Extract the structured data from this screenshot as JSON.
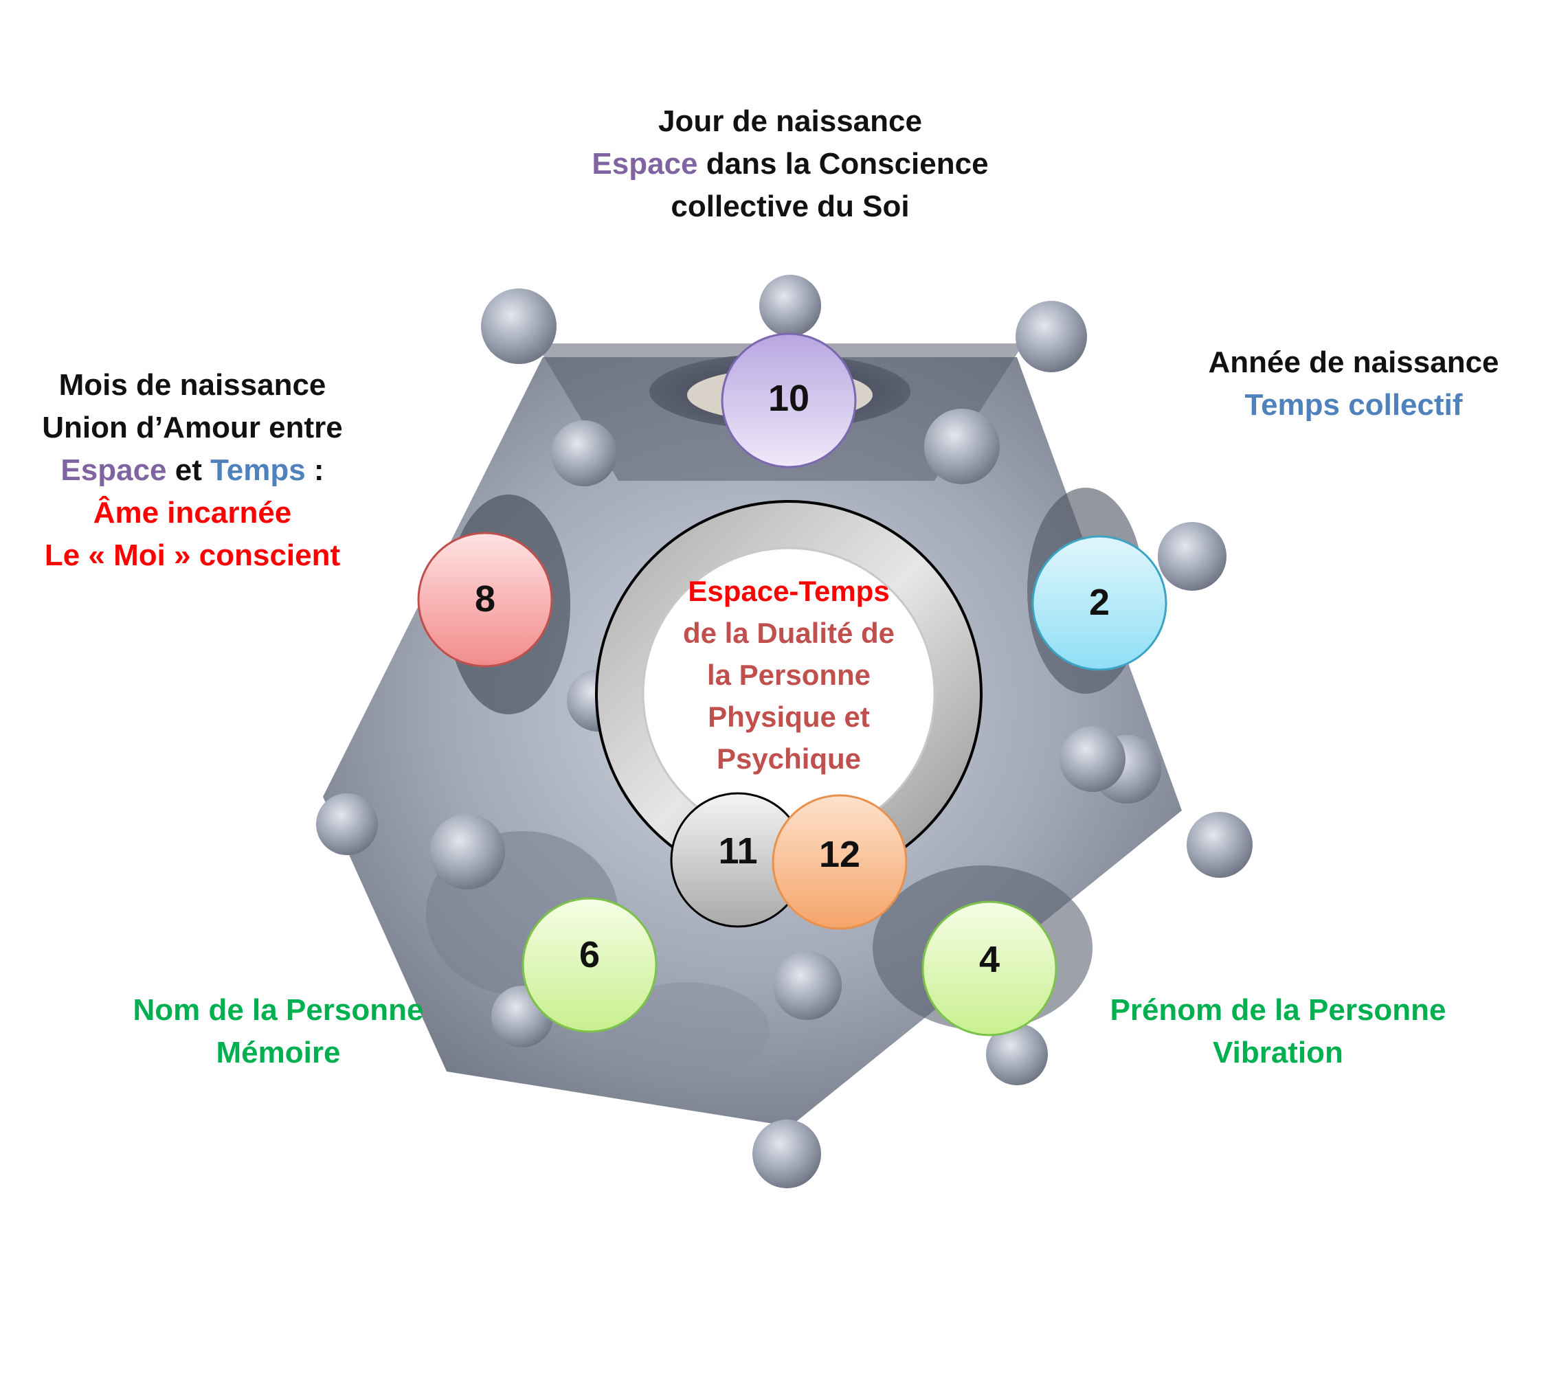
{
  "colors": {
    "black": "#111111",
    "purple": "#8064a2",
    "blue": "#4f81bd",
    "red": "#ff0000",
    "green": "#00b050",
    "maroon": "#c0504d"
  },
  "top_label": {
    "line1": "Jour de naissance",
    "line2_a": "Espace",
    "line2_b": " dans la Conscience",
    "line3": "collective du Soi"
  },
  "right_label": {
    "line1": "Année de naissance",
    "line2": "Temps collectif"
  },
  "left_label": {
    "line1": "Mois de naissance",
    "line2": "Union d’Amour entre",
    "line3_a": "Espace",
    "line3_b": " et ",
    "line3_c": "Temps",
    "line3_d": " :",
    "line4": "Âme incarnée",
    "line5": "Le « Moi » conscient"
  },
  "bottom_left_label": {
    "line1": "Nom de la Personne",
    "line2": "Mémoire"
  },
  "bottom_right_label": {
    "line1": "Prénom de la Personne",
    "line2": "Vibration"
  },
  "center_label": {
    "line1": "Espace-Temps",
    "line2": "de la Dualité de",
    "line3": "la Personne",
    "line4": "Physique et",
    "line5": "Psychique"
  },
  "nodes": {
    "n10": "10",
    "n2": "2",
    "n8": "8",
    "n6": "6",
    "n4": "4",
    "n11": "11",
    "n12": "12"
  }
}
